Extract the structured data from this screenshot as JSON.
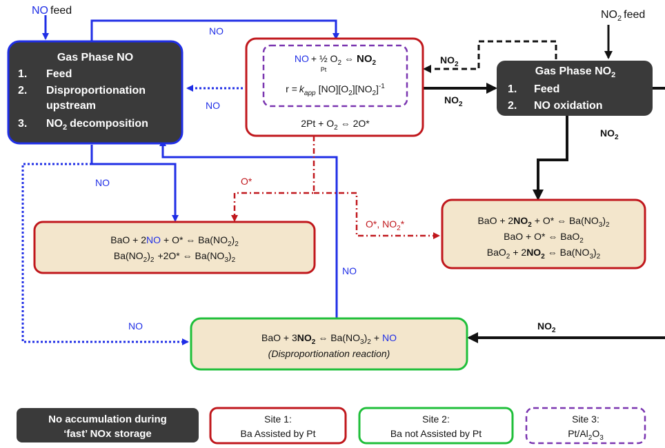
{
  "inputs": {
    "no_feed_prefix": "NO",
    "no_feed_suffix": "feed",
    "no2_feed_base": "NO",
    "no2_feed_sub": "2",
    "no2_feed_suffix": "feed"
  },
  "gas_no_box": {
    "title": "Gas Phase NO",
    "item1_num": "1.",
    "item1": "Feed",
    "item2_num": "2.",
    "item2_line1": "Disproportionation",
    "item2_line2": "upstream",
    "item3_num": "3.",
    "item3_base": "NO",
    "item3_sub": "2",
    "item3_rest": "decomposition"
  },
  "gas_no2_box": {
    "title_base": "Gas Phase NO",
    "title_sub": "2",
    "item1_num": "1.",
    "item1": "Feed",
    "item2_num": "2.",
    "item2": "NO oxidation"
  },
  "pt_box": {
    "eq1_no": "NO",
    "eq1_mid": "+ ½ O",
    "eq1_sub2": "2",
    "eq1_arrow": "⇔",
    "eq1_product": "NO",
    "eq1_product_sub": "2",
    "eq1_pt": "Pt",
    "eq2_r": "r =",
    "eq2_k": "k",
    "eq2_k_sub": "app",
    "eq2_no": "[NO][O",
    "eq2_o2_sub": "2",
    "eq2_no2": "][NO",
    "eq2_no2_sub": "2",
    "eq2_close": "]",
    "eq2_exp": "-1",
    "eq3_a": "2Pt + O",
    "eq3_sub": "2",
    "eq3_b": "⇔ 2O*"
  },
  "site1_box": {
    "line1_a": "BaO + 2",
    "line1_no": "NO",
    "line1_b": "+ O* ⇔ Ba(NO",
    "line1_sub1": "2",
    "line1_c": ")",
    "line1_sub2": "2",
    "line2_a": "Ba(NO",
    "line2_sub1": "2",
    "line2_b": ")",
    "line2_sub2": "2",
    "line2_c": "+2O* ⇔ Ba(NO",
    "line2_sub3": "3",
    "line2_d": ")",
    "line2_sub4": "2"
  },
  "site1b_box": {
    "line1_a": "BaO + 2",
    "line1_b": "NO",
    "line1_sub1": "2",
    "line1_c": "+ O* ⇔ Ba(NO",
    "line1_sub2": "3",
    "line1_d": ")",
    "line1_sub3": "2",
    "line2_a": "BaO + O* ⇔ BaO",
    "line2_sub": "2",
    "line3_a": "BaO",
    "line3_sub1": "2",
    "line3_b": "+ 2",
    "line3_c": "NO",
    "line3_sub2": "2",
    "line3_d": "⇔ Ba(NO",
    "line3_sub3": "3",
    "line3_e": ")",
    "line3_sub4": "2"
  },
  "site2_box": {
    "line1_a": "BaO + 3",
    "line1_b": "NO",
    "line1_sub1": "2",
    "line1_c": "⇔ Ba(NO",
    "line1_sub2": "3",
    "line1_d": ")",
    "line1_sub3": "2",
    "line1_e": "+",
    "line1_no": "NO",
    "line2": "(Disproportionation reaction)"
  },
  "edge_labels": {
    "top_no": "NO",
    "dotted_no": "NO",
    "left_no": "NO",
    "right_no": "NO",
    "bottom_no": "NO",
    "o_star": "O*",
    "o_star_no2_a": "O*, NO",
    "o_star_no2_sub": "2",
    "o_star_no2_b": "*",
    "no2_dashed_base": "NO",
    "no2_dashed_sub": "2",
    "no2_to_gas_base": "NO",
    "no2_to_gas_sub": "2",
    "no2_down_base": "NO",
    "no2_down_sub": "2",
    "no2_bottom_base": "NO",
    "no2_bottom_sub": "2"
  },
  "legend": {
    "item1_line1": "No accumulation during",
    "item1_line2": "‘fast’ NOx storage",
    "item2_line1": "Site 1:",
    "item2_line2": "Ba Assisted by Pt",
    "item3_line1": "Site 2:",
    "item3_line2": "Ba not Assisted by Pt",
    "item4_line1": "Site 3:",
    "item4_line2_a": "Pt/Al",
    "item4_line2_sub1": "2",
    "item4_line2_b": "O",
    "item4_line2_sub2": "3"
  },
  "colors": {
    "blue": "#1f2ee6",
    "red": "#c0171c",
    "green": "#1fbf3a",
    "purple": "#7a35b0",
    "dark_box": "#3a3a3a",
    "cream": "#f3e6cc"
  }
}
